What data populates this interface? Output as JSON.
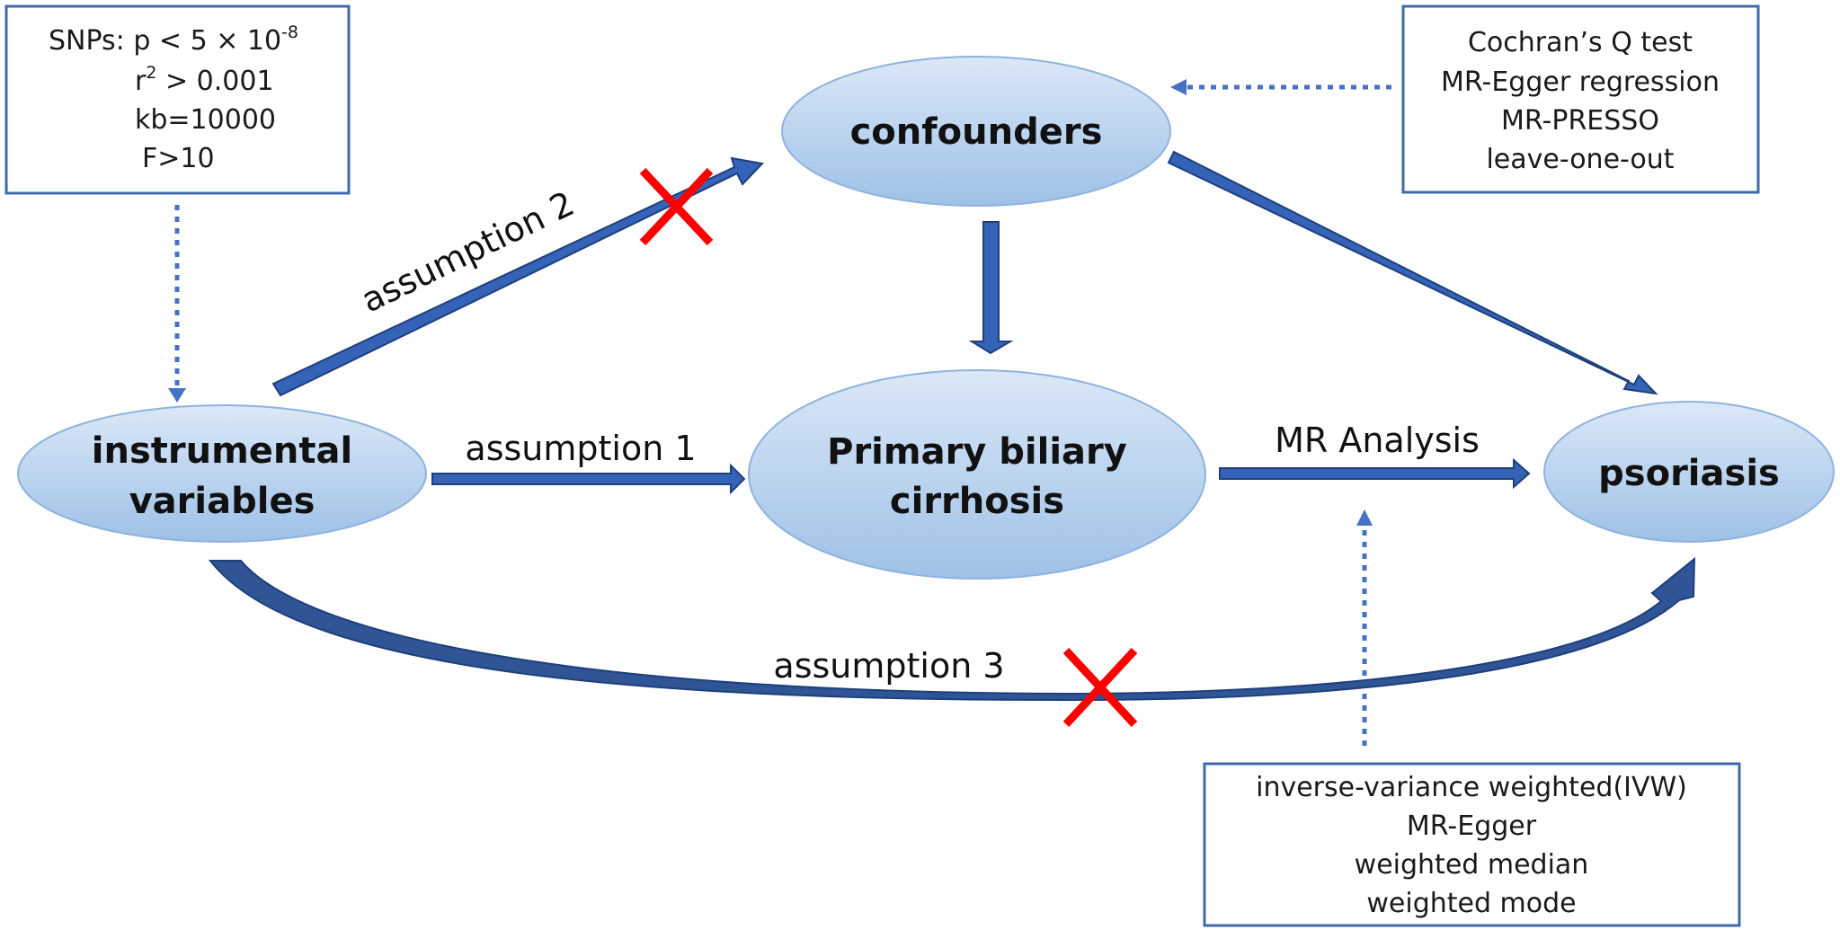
{
  "colors": {
    "box_border": "#3f69ad",
    "arrow_fill": "#3563b8",
    "arrow_stroke": "#1e3f7a",
    "curve_fill": "#2f5597",
    "dotted": "#4472c4",
    "cross": "#ff0000",
    "node_top": "#dbe8f7",
    "node_bottom": "#9ec1e7",
    "node_border": "#8fb3dd"
  },
  "snp_box": {
    "line1_prefix": "SNPs: p < 5 × 10",
    "line1_sup": "-8",
    "line2_prefix": "r",
    "line2_sup": "2",
    "line2_suffix": " > 0.001",
    "line3": "kb=10000",
    "line4": "F>10"
  },
  "sensitivity_box": {
    "lines": [
      "Cochran’s Q test",
      "MR-Egger regression",
      "MR-PRESSO",
      "leave-one-out"
    ]
  },
  "methods_box": {
    "lines": [
      "inverse-variance weighted(IVW)",
      "MR-Egger",
      "weighted median",
      "weighted mode"
    ]
  },
  "nodes": {
    "confounders": "confounders",
    "instrumental": [
      "instrumental",
      "variables"
    ],
    "pbc": [
      "Primary biliary",
      "cirrhosis"
    ],
    "psoriasis": "psoriasis"
  },
  "labels": {
    "assumption1": "assumption 1",
    "assumption2": "assumption 2",
    "assumption3": "assumption 3",
    "mr_analysis": "MR Analysis"
  }
}
